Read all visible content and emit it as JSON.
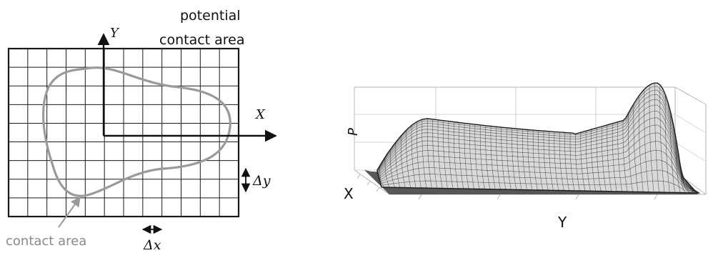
{
  "left_panel": {
    "potential_label_line1": "potential",
    "potential_label_line2": "contact area",
    "y_axis_label": "Y",
    "x_axis_label": "X",
    "dy_label": "Δy",
    "dx_label": "Δx",
    "contact_label": "contact area"
  },
  "right_panel": {
    "p_axis_label": "P",
    "x_axis_label": "X",
    "y_axis_label": "Y"
  },
  "colors": {
    "grid": "#1a1a1a",
    "contact_curve": "#9a9a9a",
    "surface": "#2a2a2a"
  }
}
